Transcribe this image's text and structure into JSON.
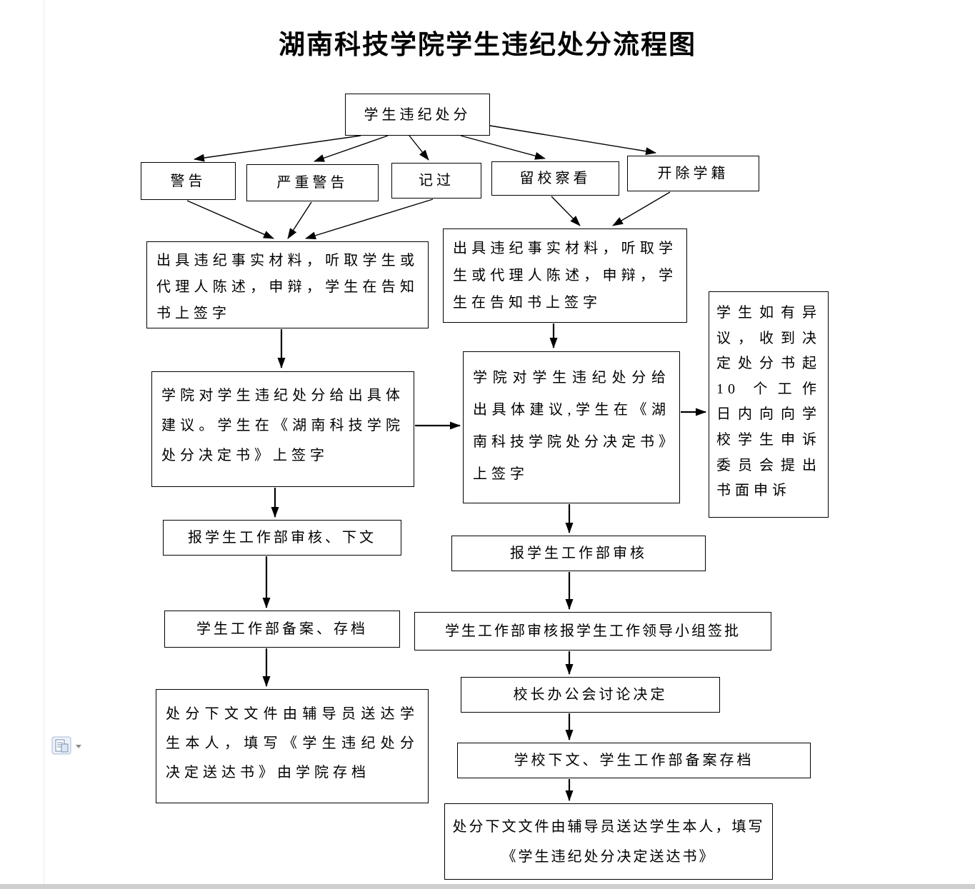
{
  "title": "湖南科技学院学生违纪处分流程图",
  "diagram_type": "flowchart",
  "colors": {
    "line": "#000000",
    "box_border": "#000000",
    "background": "#ffffff",
    "text": "#000000"
  },
  "icons": {
    "paste_options": "paste-options-icon"
  },
  "nodes": {
    "start": "学生违纪处分",
    "warning": "警告",
    "serious_warning": "严重警告",
    "demerit": "记过",
    "probation": "留校察看",
    "expulsion": "开除学籍",
    "left_material": "出具违纪事实材料，听取学生或代理人陈述，申辩，学生在告知书上签字",
    "right_material": "出具违纪事实材料，听取学生或代理人陈述，申辩，学生在告知书上签字",
    "left_decision": "学院对学生违纪处分给出具体建议。学生在《湖南科技学院处分决定书》上签字",
    "right_decision": "学院对学生违纪处分给出具体建议,学生在《湖南科技学院处分决定书》上签字",
    "appeal": "学生如有异议，收到决定处分书起 10 个工作日内向向学校学生申诉委员会提出书面申诉",
    "left_review": "报学生工作部审核、下文",
    "left_archive": "学生工作部备案、存档",
    "left_deliver": "处分下文文件由辅导员送达学生本人，填写《学生违纪处分决定送达书》由学院存档",
    "right_review": "报学生工作部审核",
    "right_approve": "学生工作部审核报学生工作领导小组签批",
    "right_meeting": "校长办公会讨论决定",
    "right_archive": "学校下文、学生工作部备案存档",
    "right_deliver": "处分下文文件由辅导员送达学生本人，填写《学生违纪处分决定送达书》"
  },
  "edges": [
    {
      "from": "start",
      "to": "warning"
    },
    {
      "from": "start",
      "to": "serious_warning"
    },
    {
      "from": "start",
      "to": "demerit"
    },
    {
      "from": "start",
      "to": "probation"
    },
    {
      "from": "start",
      "to": "expulsion"
    },
    {
      "from": "warning",
      "to": "left_material"
    },
    {
      "from": "serious_warning",
      "to": "left_material"
    },
    {
      "from": "demerit",
      "to": "left_material"
    },
    {
      "from": "probation",
      "to": "right_material"
    },
    {
      "from": "expulsion",
      "to": "right_material"
    },
    {
      "from": "left_material",
      "to": "left_decision"
    },
    {
      "from": "right_material",
      "to": "right_decision"
    },
    {
      "from": "left_decision",
      "to": "right_decision"
    },
    {
      "from": "right_decision",
      "to": "appeal"
    },
    {
      "from": "left_decision",
      "to": "left_review"
    },
    {
      "from": "left_review",
      "to": "left_archive"
    },
    {
      "from": "left_archive",
      "to": "left_deliver"
    },
    {
      "from": "right_decision",
      "to": "right_review"
    },
    {
      "from": "right_review",
      "to": "right_approve"
    },
    {
      "from": "right_approve",
      "to": "right_meeting"
    },
    {
      "from": "right_meeting",
      "to": "right_archive"
    },
    {
      "from": "right_archive",
      "to": "right_deliver"
    }
  ]
}
